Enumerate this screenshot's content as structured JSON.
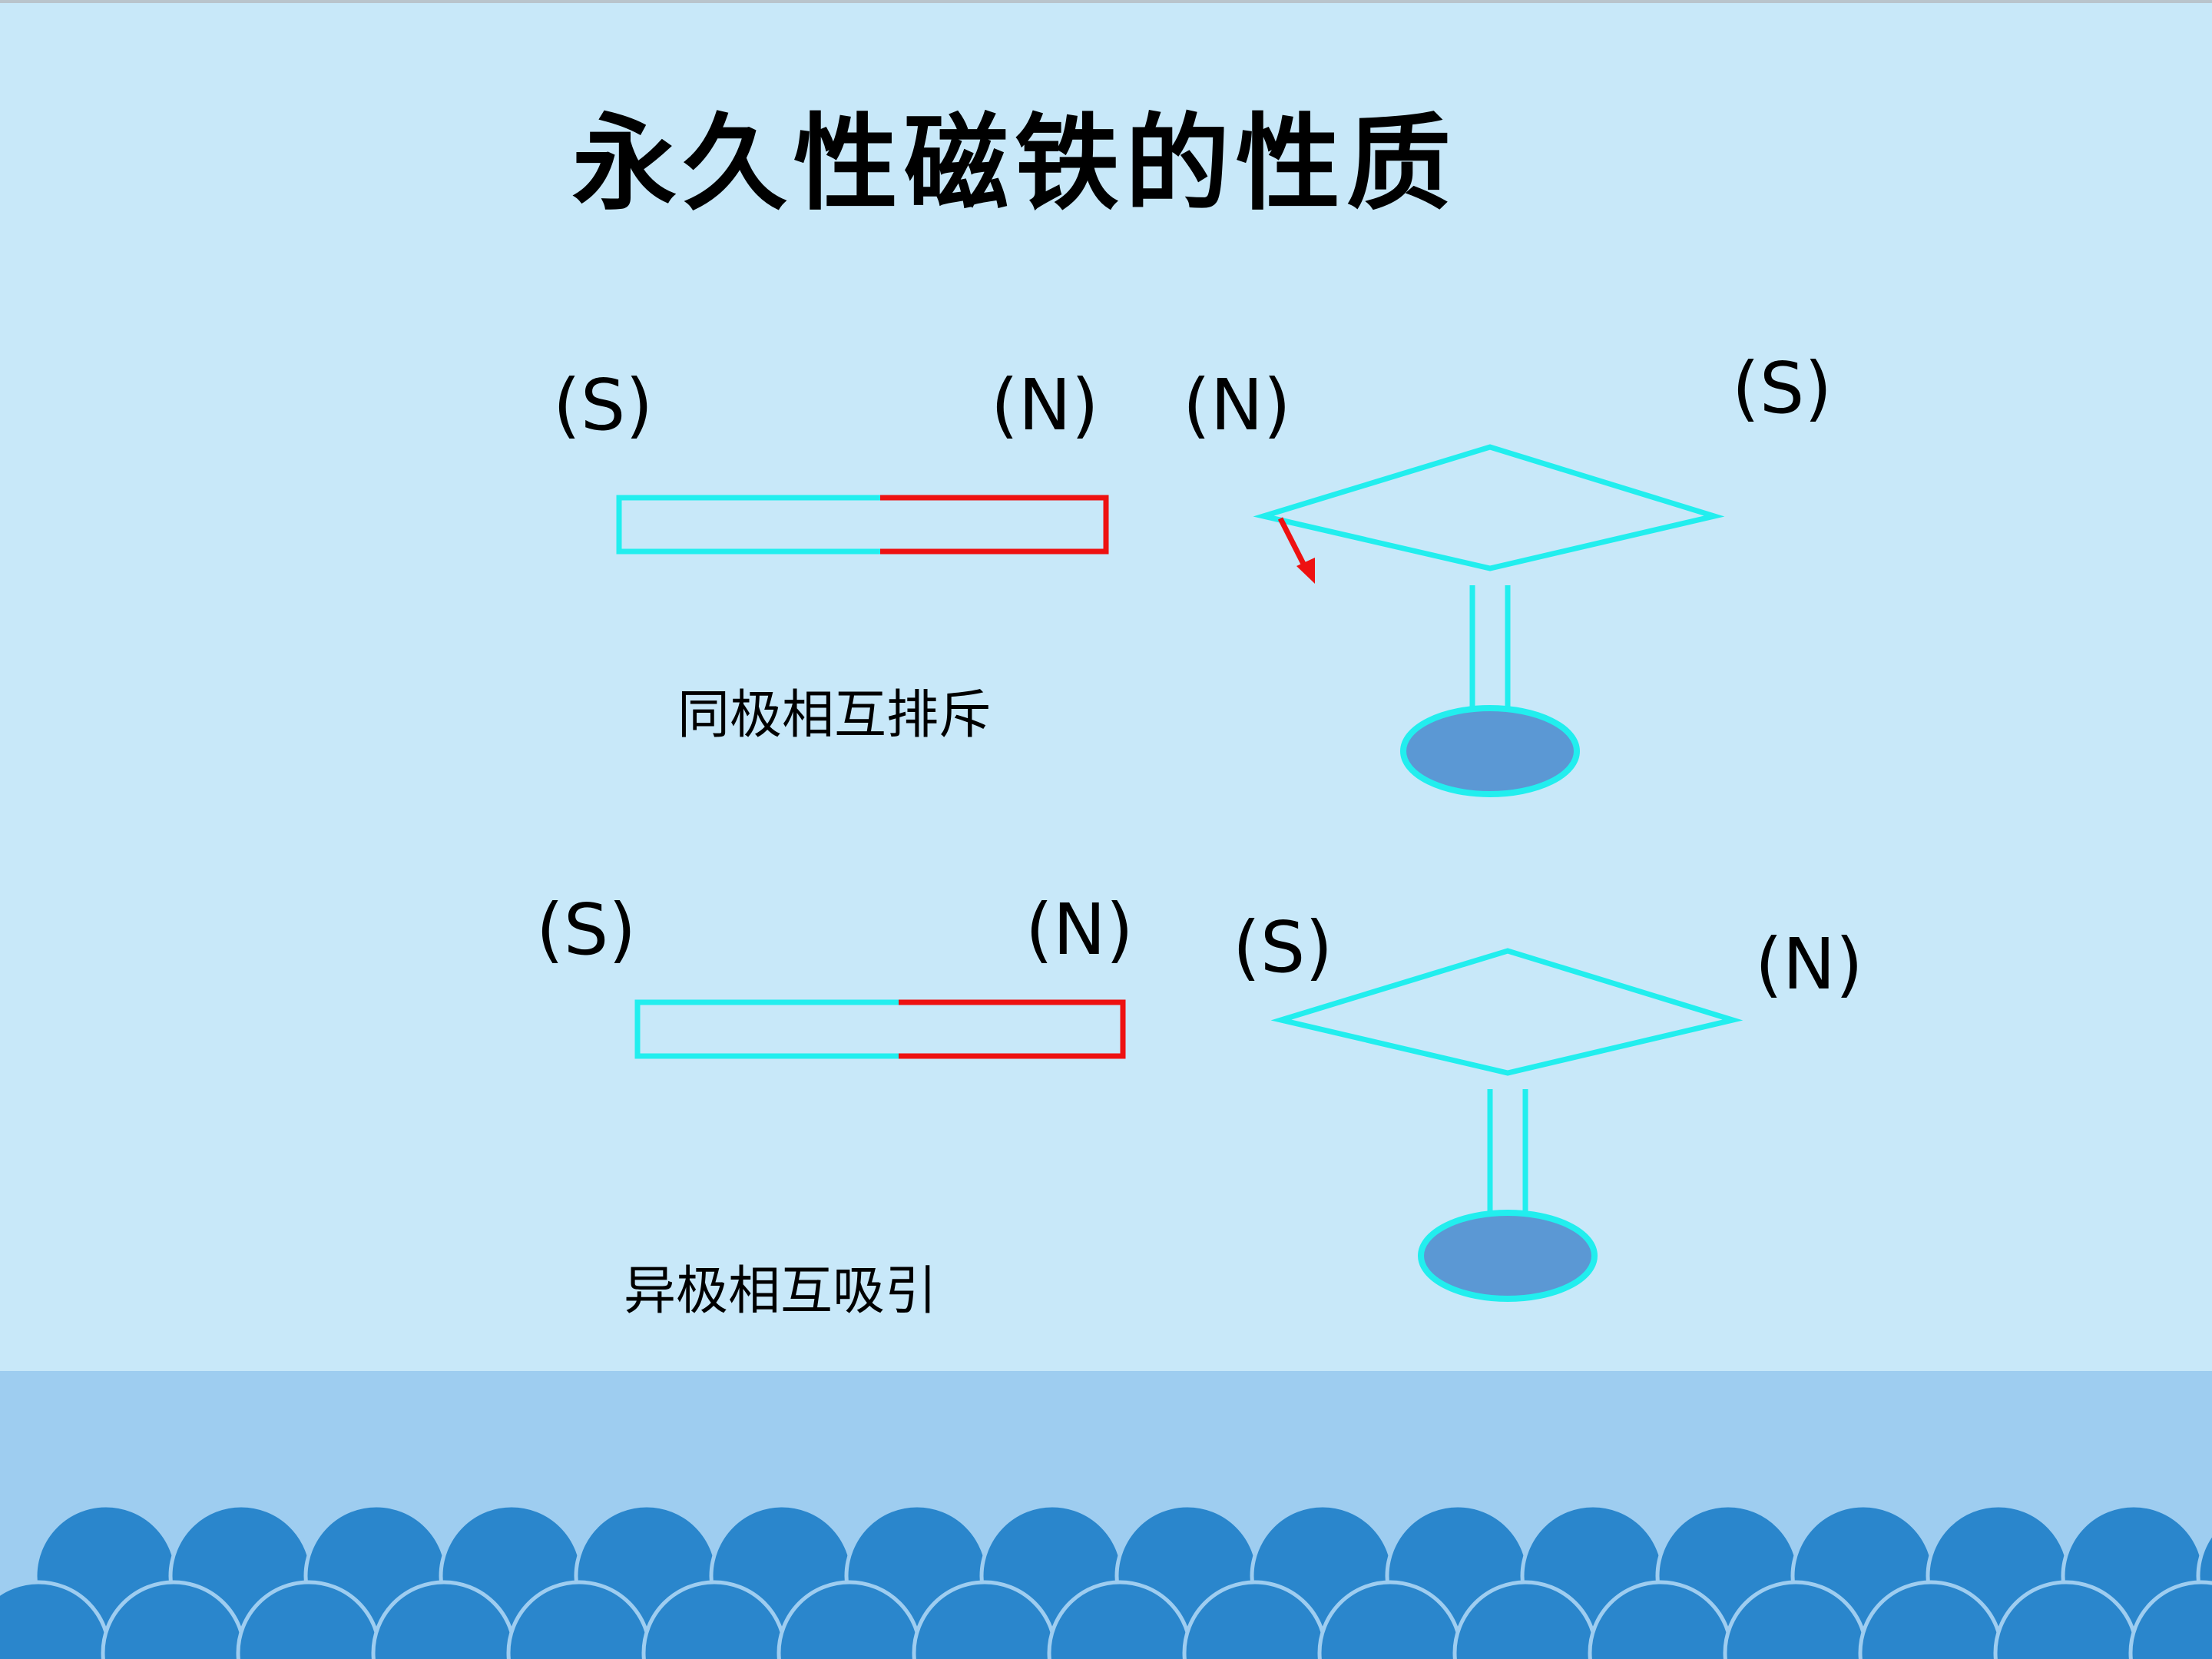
{
  "title": "永久性磁铁的性质",
  "labels": {
    "repel": {
      "bar_left": "(S)",
      "bar_right": "(N)",
      "needle_left": "(N)",
      "needle_right": "(S)"
    },
    "attract": {
      "bar_left": "(S)",
      "bar_right": "(N)",
      "needle_left": "(S)",
      "needle_right": "(N)"
    }
  },
  "captions": {
    "repel": "同极相互排斥",
    "attract": "异极相互吸引"
  },
  "colors": {
    "background": "#c8e8f9",
    "cyan_pole": "#22eeee",
    "red_pole": "#ee1111",
    "needle_base": "#5b98d4",
    "wave_dark": "#2a86cc",
    "footer_band": "#9ecdf0"
  }
}
